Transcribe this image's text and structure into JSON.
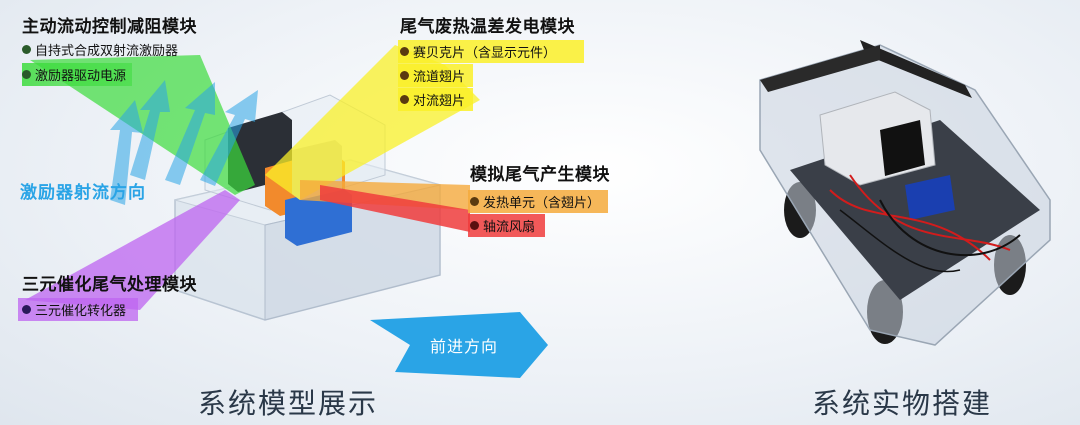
{
  "sections": {
    "active": {
      "title": "主动流动控制减阻模块",
      "items": [
        "自持式合成双射流激励器",
        "激励器驱动电源"
      ]
    },
    "thermo": {
      "title": "尾气废热温差发电模块",
      "items": [
        "赛贝克片（含显示元件）",
        "流道翅片",
        "对流翅片"
      ]
    },
    "exhaust_sim": {
      "title": "模拟尾气产生模块",
      "items": [
        "发热单元（含翅片）",
        "轴流风扇"
      ]
    },
    "catalytic": {
      "title": "三元催化尾气处理模块",
      "items": [
        "三元催化转化器"
      ]
    }
  },
  "labels": {
    "jet_direction": "激励器射流方向",
    "forward_direction": "前进方向"
  },
  "captions": {
    "model": "系统模型展示",
    "physical": "系统实物搭建"
  },
  "colors": {
    "green": "#3cdc3c",
    "yellow": "#faf028",
    "orange": "#f5aa3c",
    "red": "#f03c3c",
    "purple": "#be64f0",
    "blue_arrow": "#2aa4e6",
    "dot_dark": "#3a2a10"
  }
}
